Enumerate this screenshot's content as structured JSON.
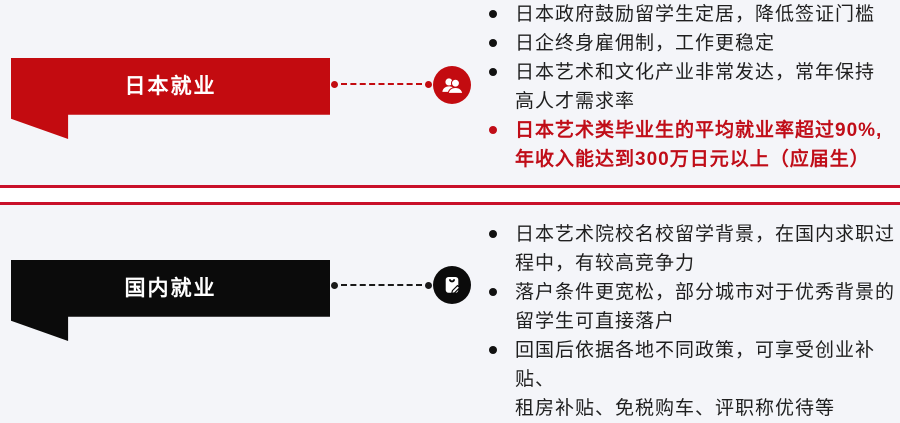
{
  "page": {
    "background_color": "#f4f5f9",
    "divider_color": "#c9102a"
  },
  "sections": [
    {
      "id": "japan",
      "title": "日本就业",
      "banner_color": "#c30b10",
      "icon": "users-icon",
      "bullets": [
        {
          "text": "日本政府鼓励留学生定居，降低签证门槛",
          "highlight": false
        },
        {
          "text": "日企终身雇佣制，工作更稳定",
          "highlight": false
        },
        {
          "text": "日本艺术和文化产业非常发达，常年保持\n高人才需求率",
          "highlight": false
        },
        {
          "text": "日本艺术类毕业生的平均就业率超过90%,\n年收入能达到300万日元以上（应届生）",
          "highlight": true,
          "highlight_color": "#c00d18"
        }
      ]
    },
    {
      "id": "domestic",
      "title": "国内就业",
      "banner_color": "#0b0b0b",
      "icon": "contract-icon",
      "bullets": [
        {
          "text": "日本艺术院校名校留学背景，在国内求职过\n程中，有较高竞争力",
          "highlight": false
        },
        {
          "text": "落户条件更宽松，部分城市对于优秀背景的\n留学生可直接落户",
          "highlight": false
        },
        {
          "text": "回国后依据各地不同政策，可享受创业补贴、\n租房补贴、免税购车、评职称优待等",
          "highlight": false
        }
      ]
    }
  ]
}
